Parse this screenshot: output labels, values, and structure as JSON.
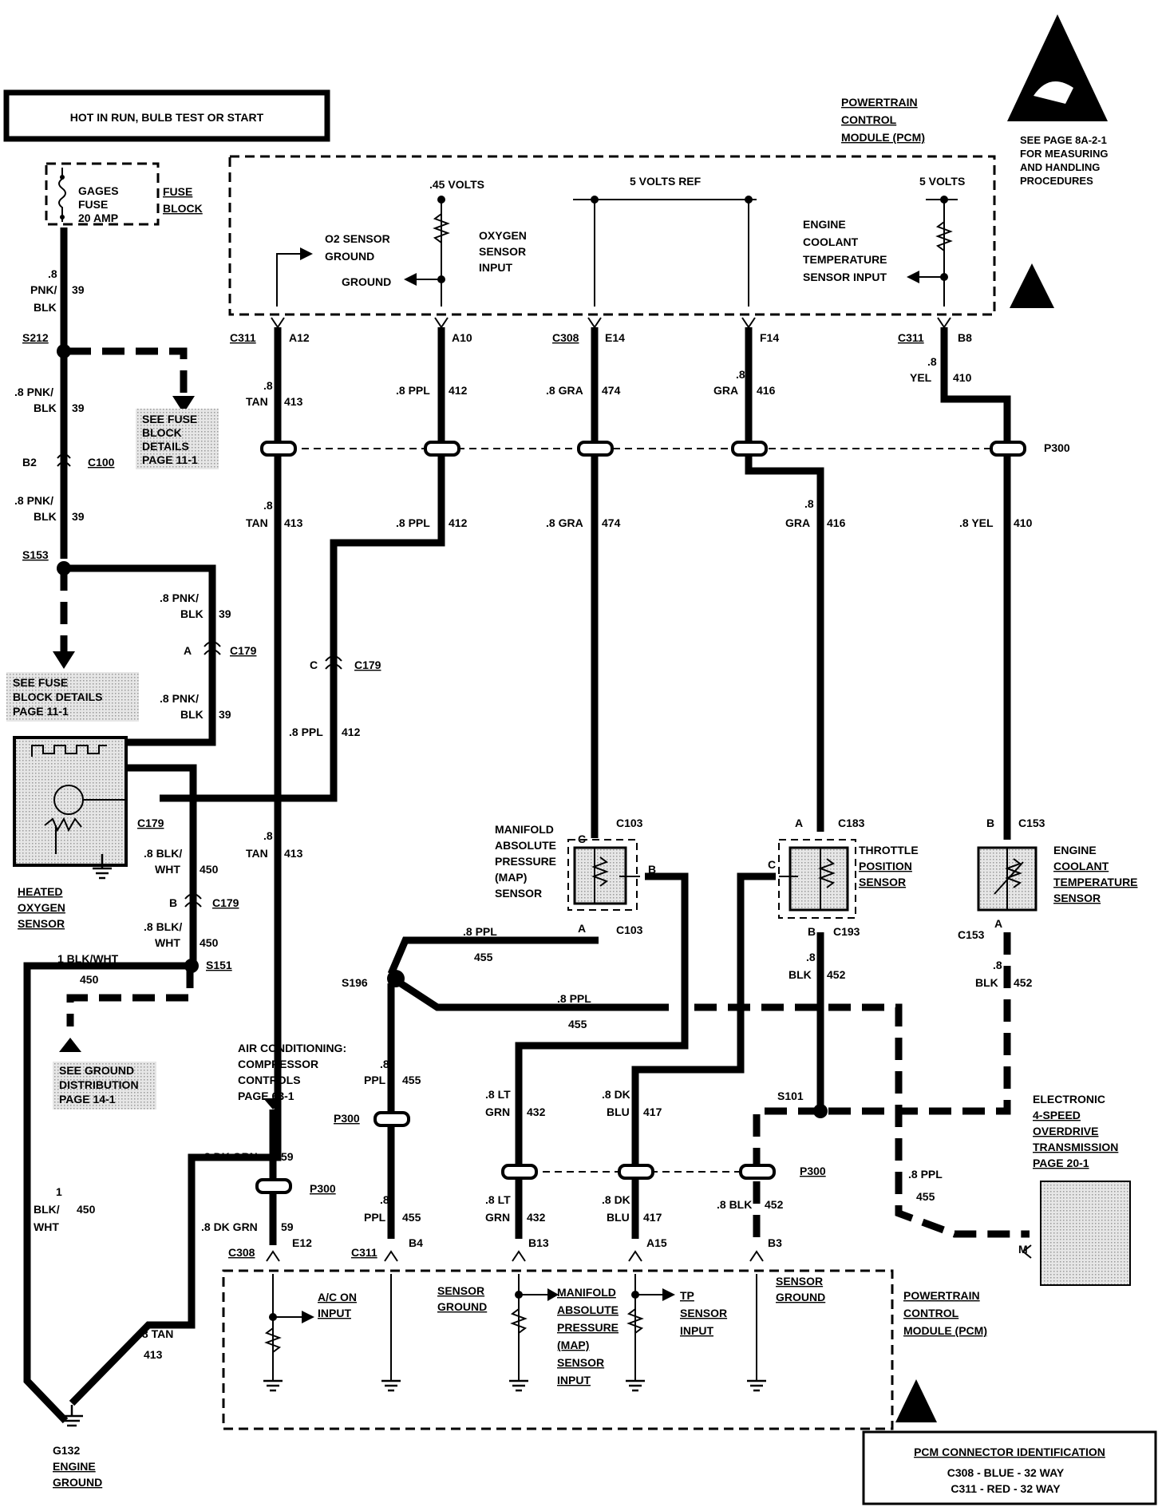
{
  "header": {
    "hot_in": "HOT IN RUN, BULB TEST OR START"
  },
  "fuse": {
    "name": "GAGES",
    "line2": "FUSE",
    "rating": "20 AMP",
    "block1": "FUSE",
    "block2": "BLOCK"
  },
  "esd": {
    "note1": "SEE PAGE 8A-2-1",
    "note2": "FOR MEASURING",
    "note3": "AND HANDLING",
    "note4": "PROCEDURES"
  },
  "pcm_top": {
    "title1": "POWERTRAIN",
    "title2": "CONTROL",
    "title3": "MODULE (PCM)",
    "v45": ".45 VOLTS",
    "vref": "5 VOLTS REF",
    "v5": "5 VOLTS",
    "o2g1": "O2 SENSOR",
    "o2g2": "GROUND",
    "gnd": "GROUND",
    "oxy1": "OXYGEN",
    "oxy2": "SENSOR",
    "oxy3": "INPUT",
    "ect1": "ENGINE",
    "ect2": "COOLANT",
    "ect3": "TEMPERATURE",
    "ect4": "SENSOR INPUT"
  },
  "pins_top": {
    "c311a": "C311",
    "a12": "A12",
    "a10": "A10",
    "c308": "C308",
    "e14": "E14",
    "f14": "F14",
    "c311b": "C311",
    "b8": "B8"
  },
  "wires": {
    "w8": ".8",
    "tan": "TAN",
    "w413": "413",
    "ppl": ".8 PPL",
    "w412": "412",
    "gra": ".8 GRA",
    "w474": "474",
    "gra2": "GRA",
    "w416": "416",
    "yel": "YEL",
    "w410": "410",
    "yel2": ".8 YEL",
    "pnk": "PNK/",
    "blk": "BLK",
    "w39": "39",
    "pnk2": ".8 PNK/",
    "blkwht": ".8 BLK/",
    "wht": "WHT",
    "w450": "450",
    "w455": "455",
    "w452": "452",
    "blk2": "BLK",
    "ltgrn": ".8 LT",
    "grn": "GRN",
    "w432": "432",
    "dkblu": ".8 DK",
    "blu": "BLU",
    "w417": "417",
    "blk452": ".8 BLK",
    "dkgrn": ".8 DK GRN",
    "w59": "59",
    "blkwht1": "1 BLK/WHT",
    "one": "1",
    "blk3": "BLK/",
    "tan8": ".8 TAN",
    "ppl2": "PPL"
  },
  "splices": {
    "s212": "S212",
    "s153": "S153",
    "s151": "S151",
    "s196": "S196",
    "s101": "S101"
  },
  "connectors": {
    "c100": "C100",
    "b2": "B2",
    "c179": "C179",
    "a": "A",
    "b": "B",
    "c": "C",
    "p300": "P300",
    "c103": "C103",
    "c183": "C183",
    "c193": "C193",
    "c153": "C153",
    "m": "M"
  },
  "fuse_ref": {
    "l1": "SEE FUSE",
    "l2": "BLOCK",
    "l3": "DETAILS",
    "l4": "PAGE 11-1",
    "k1": "SEE FUSE",
    "k2": "BLOCK DETAILS",
    "k3": "PAGE 11-1"
  },
  "ground_ref": {
    "l1": "SEE GROUND",
    "l2": "DISTRIBUTION",
    "l3": "PAGE 14-1"
  },
  "sensors": {
    "ho2s1": "HEATED",
    "ho2s2": "OXYGEN",
    "ho2s3": "SENSOR",
    "map1": "MANIFOLD",
    "map2": "ABSOLUTE",
    "map3": "PRESSURE",
    "map4": "(MAP)",
    "map5": "SENSOR",
    "tps1": "THROTTLE",
    "tps2": "POSITION",
    "tps3": "SENSOR",
    "ect1": "ENGINE",
    "ect2": "COOLANT",
    "ect3": "TEMPERATURE",
    "ect4": "SENSOR"
  },
  "ac": {
    "l1": "AIR CONDITIONING:",
    "l2": "COMPRESSOR",
    "l3": "CONTROLS",
    "l4": "PAGE 63-1"
  },
  "trans": {
    "l1": "ELECTRONIC",
    "l2": "4-SPEED",
    "l3": "OVERDRIVE",
    "l4": "TRANSMISSION",
    "l5": "PAGE 20-1"
  },
  "pins_bot": {
    "c308": "C308",
    "e12": "E12",
    "c311": "C311",
    "b4": "B4",
    "b13": "B13",
    "a15": "A15",
    "b3": "B3"
  },
  "pcm_bot": {
    "title1": "POWERTRAIN",
    "title2": "CONTROL",
    "title3": "MODULE (PCM)",
    "ac1": "A/C ON",
    "ac2": "INPUT",
    "sg1": "SENSOR",
    "sg2": "GROUND",
    "map1": "MANIFOLD",
    "map2": "ABSOLUTE",
    "map3": "PRESSURE",
    "map4": "(MAP)",
    "map5": "SENSOR",
    "map6": "INPUT",
    "tp1": "TP",
    "tp2": "SENSOR",
    "tp3": "INPUT",
    "sg3": "SENSOR",
    "sg4": "GROUND"
  },
  "ground": {
    "g1": "G132",
    "g2": "ENGINE",
    "g3": "GROUND"
  },
  "pcm_id": {
    "title": "PCM CONNECTOR IDENTIFICATION",
    "l1": "C308 - BLUE  - 32 WAY",
    "l2": "C311 - RED    - 32 WAY"
  }
}
